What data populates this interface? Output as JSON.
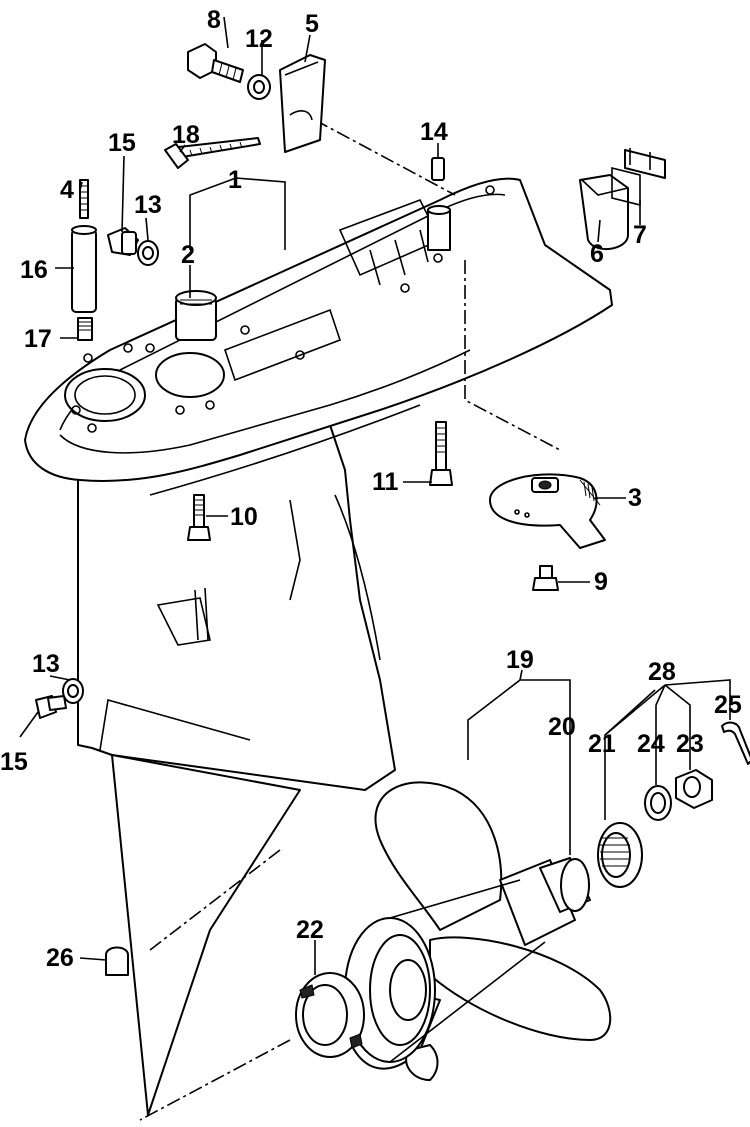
{
  "diagram": {
    "callouts": [
      {
        "id": "1",
        "label": "1"
      },
      {
        "id": "2",
        "label": "2"
      },
      {
        "id": "3",
        "label": "3"
      },
      {
        "id": "4",
        "label": "4"
      },
      {
        "id": "5",
        "label": "5"
      },
      {
        "id": "6",
        "label": "6"
      },
      {
        "id": "7",
        "label": "7"
      },
      {
        "id": "8",
        "label": "8"
      },
      {
        "id": "9",
        "label": "9"
      },
      {
        "id": "10",
        "label": "10"
      },
      {
        "id": "11",
        "label": "11"
      },
      {
        "id": "12",
        "label": "12"
      },
      {
        "id": "13a",
        "label": "13"
      },
      {
        "id": "13b",
        "label": "13"
      },
      {
        "id": "14",
        "label": "14"
      },
      {
        "id": "15a",
        "label": "15"
      },
      {
        "id": "15b",
        "label": "15"
      },
      {
        "id": "16",
        "label": "16"
      },
      {
        "id": "17",
        "label": "17"
      },
      {
        "id": "18",
        "label": "18"
      },
      {
        "id": "19",
        "label": "19"
      },
      {
        "id": "20",
        "label": "20"
      },
      {
        "id": "21",
        "label": "21"
      },
      {
        "id": "22",
        "label": "22"
      },
      {
        "id": "23",
        "label": "23"
      },
      {
        "id": "24",
        "label": "24"
      },
      {
        "id": "25",
        "label": "25"
      },
      {
        "id": "26",
        "label": "26"
      },
      {
        "id": "28",
        "label": "28"
      }
    ]
  }
}
